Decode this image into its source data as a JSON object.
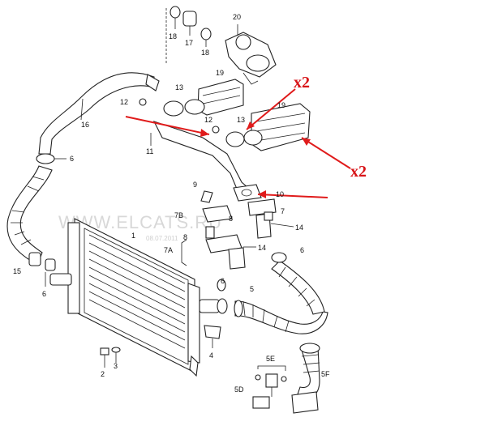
{
  "watermark": {
    "text": "WWW.ELCATS.RU",
    "date": "08.07.2011"
  },
  "annotations": {
    "x2_top": "x2",
    "x2_right": "x2"
  },
  "labels": {
    "l20": "20",
    "l18a": "18",
    "l17": "17",
    "l18b": "18",
    "l19a": "19",
    "l13a": "13",
    "l12a": "12",
    "l16": "16",
    "l19b": "19",
    "l12b": "12",
    "l13b": "13",
    "l11": "11",
    "l6a": "6",
    "l9": "9",
    "l10": "10",
    "l7B": "7B",
    "l8a": "8",
    "l7": "7",
    "l14a": "14",
    "l1": "1",
    "l8b": "8",
    "l7A": "7A",
    "l14b": "14",
    "l6b": "6",
    "l15": "15",
    "l6c": "6",
    "l6d": "6",
    "l5": "5",
    "l4": "4",
    "l2": "2",
    "l3": "3",
    "l5E": "5E",
    "l5F": "5F",
    "l5D": "5D"
  },
  "colors": {
    "arrow": "#e01b1b",
    "line": "#222222",
    "watermark": "#d8d8d8"
  }
}
